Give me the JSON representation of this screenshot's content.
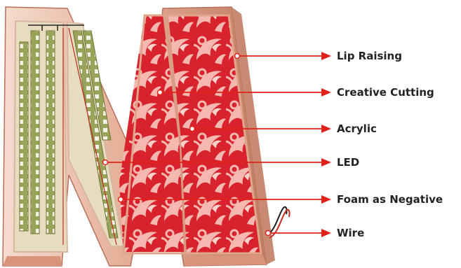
{
  "title": "",
  "colors": {
    "copper_light": "#f3d2c4",
    "copper": "#e0a58c",
    "copper_dark": "#b8705a",
    "acrylic_red": "#d8232e",
    "pattern_pink": "#f4b8b0",
    "led_strip": "#9aa35a",
    "foam": "#e8dcc0",
    "callout_red": "#e2231a",
    "label_text": "#222222"
  },
  "callouts": [
    {
      "id": "lip-raising",
      "label": "Lip Raising"
    },
    {
      "id": "creative-cutting",
      "label": "Creative Cutting"
    },
    {
      "id": "acrylic",
      "label": "Acrylic"
    },
    {
      "id": "led",
      "label": "LED"
    },
    {
      "id": "foam",
      "label": "Foam as Negative"
    },
    {
      "id": "wire",
      "label": "Wire"
    }
  ]
}
